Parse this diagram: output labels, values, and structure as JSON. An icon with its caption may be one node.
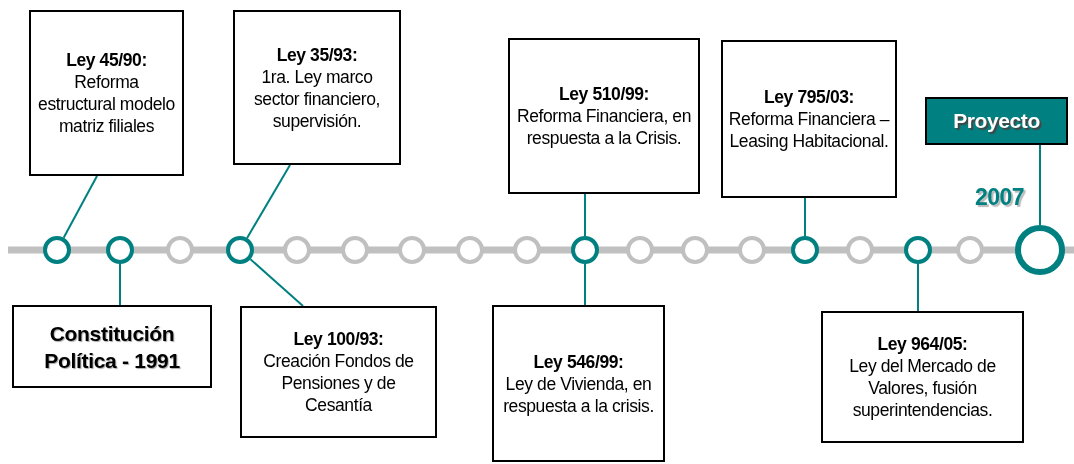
{
  "diagram": {
    "nodes": [
      {
        "text": [
          "Ley 45/90:",
          "Reforma estructural modelo matriz filiales"
        ]
      },
      {
        "text": [
          "Constitución Política - 1991"
        ]
      },
      {
        "text": [
          "Ley 35/93:",
          "1ra. Ley marco sector financiero, supervisión."
        ]
      },
      {
        "text": [
          "Ley 100/93:",
          "Creación Fondos de Pensiones y de Cesantía"
        ]
      },
      {
        "text": [
          "Ley 510/99:",
          "Reforma Financiera, en respuesta a la Crisis."
        ]
      },
      {
        "text": [
          "Ley 546/99:",
          "Ley de Vivienda, en respuesta a la crisis."
        ]
      },
      {
        "text": [
          "Ley 795/03:",
          "Reforma Financiera – Leasing Habitacional."
        ]
      },
      {
        "text": [
          "Ley 964/05:",
          "Ley del Mercado de Valores, fusión superintendencias."
        ]
      },
      {
        "text": [
          "Proyecto"
        ]
      },
      {
        "text": [],
        "shape": "circle"
      },
      {
        "text": [],
        "shape": "circle"
      },
      {
        "text": [],
        "shape": "circle"
      },
      {
        "text": [],
        "shape": "circle"
      },
      {
        "text": [],
        "shape": "circle"
      },
      {
        "text": [],
        "shape": "circle"
      },
      {
        "text": [],
        "shape": "circle"
      },
      {
        "text": [],
        "shape": "circle"
      },
      {
        "text": [],
        "shape": "circle"
      },
      {
        "text": [],
        "shape": "circle"
      },
      {
        "text": [],
        "shape": "circle"
      },
      {
        "text": [],
        "shape": "circle"
      },
      {
        "text": [],
        "shape": "circle"
      },
      {
        "text": [],
        "shape": "circle"
      },
      {
        "text": [],
        "shape": "circle"
      },
      {
        "text": [],
        "shape": "circle"
      },
      {
        "text": [],
        "shape": "circle"
      },
      {
        "text": [],
        "shape": "circle"
      }
    ],
    "edges": [
      {
        "from": 0,
        "to": 9,
        "arrow": "none"
      },
      {
        "from": 1,
        "to": 10,
        "arrow": "none"
      },
      {
        "from": 2,
        "to": 12,
        "arrow": "none"
      },
      {
        "from": 3,
        "to": 12,
        "arrow": "none"
      },
      {
        "from": 4,
        "to": 18,
        "arrow": "none"
      },
      {
        "from": 5,
        "to": 18,
        "arrow": "none"
      },
      {
        "from": 6,
        "to": 22,
        "arrow": "none"
      },
      {
        "from": 7,
        "to": 24,
        "arrow": "none"
      },
      {
        "from": 8,
        "to": 26,
        "arrow": "none"
      }
    ],
    "labels": [
      "2007"
    ]
  }
}
